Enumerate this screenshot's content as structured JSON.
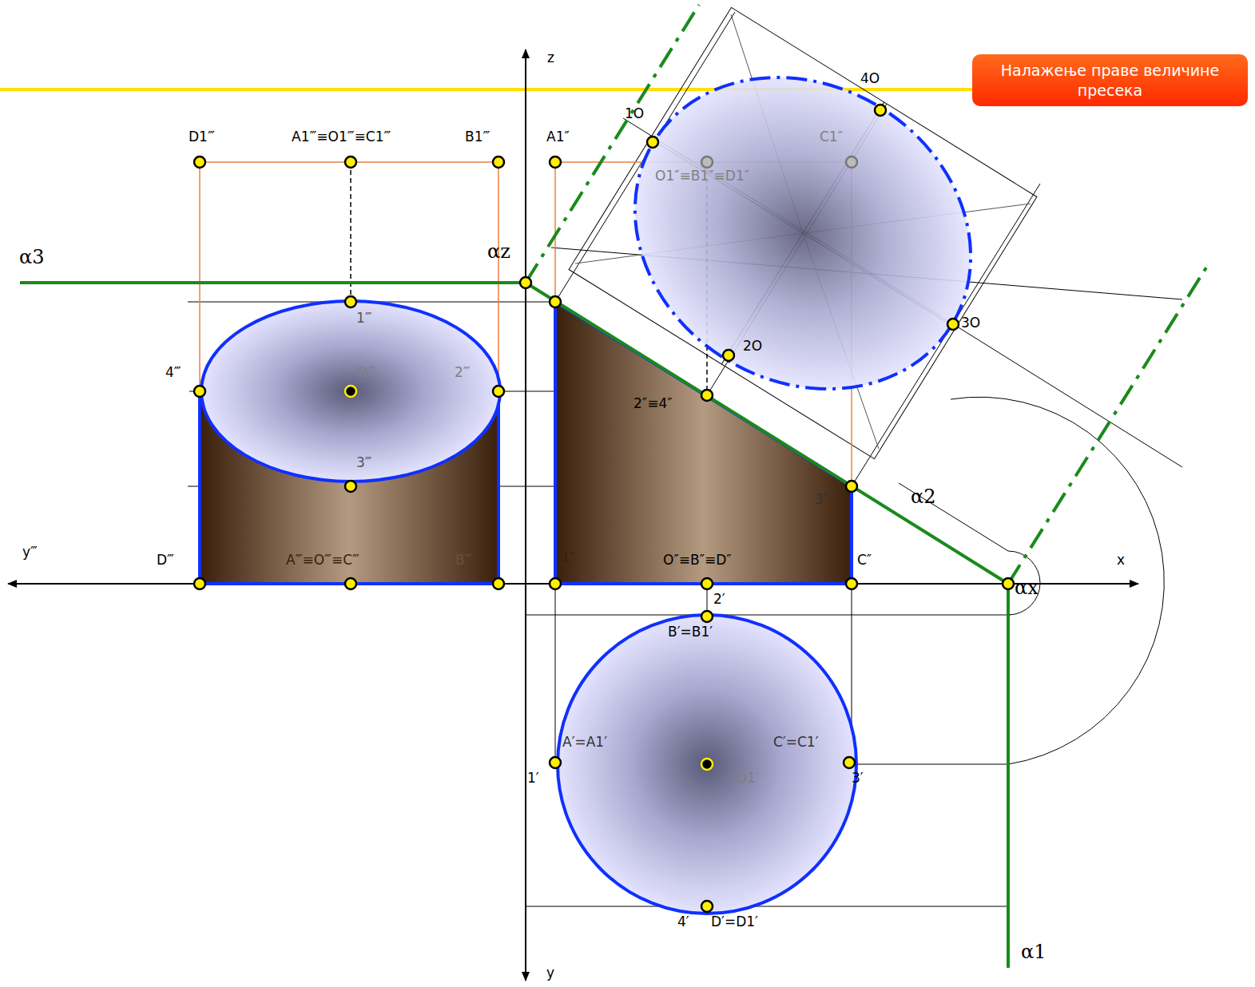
{
  "diagram": {
    "nodes": [
      {
        "text": [
          "Налажење праве величине пресека"
        ]
      }
    ],
    "labels": [
      "z",
      "y",
      "x",
      "y‴",
      "α3",
      "αz",
      "α2",
      "αx",
      "α1",
      "D1‴",
      "A1‴≡O1‴≡C1‴",
      "B1‴",
      "A1″",
      "1O",
      "4O",
      "C1″",
      "O1″≡B1″≡D1″",
      "1‴",
      "4‴",
      "O‴",
      "2‴",
      "3‴",
      "2″≡4″",
      "2O",
      "3O",
      "3″",
      "D‴",
      "A‴≡O‴≡C‴",
      "B‴",
      "1″",
      "O″≡B″≡D″",
      "C″",
      "2′",
      "B′=B1′",
      "A′=A1′",
      "C′=C1′",
      "D1′",
      "1′",
      "3′",
      "4′",
      "D′=D1′"
    ]
  }
}
